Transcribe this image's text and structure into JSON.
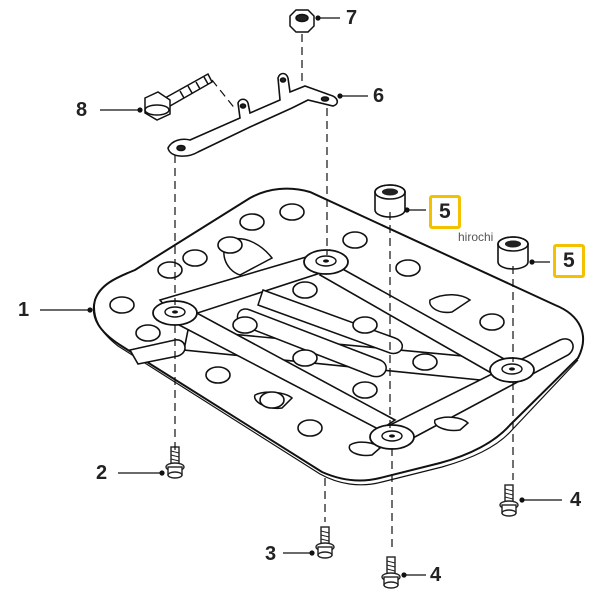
{
  "diagram": {
    "callouts": {
      "c1": "1",
      "c2": "2",
      "c3": "3",
      "c4a": "4",
      "c4b": "4",
      "c5a": "5",
      "c5b": "5",
      "c6": "6",
      "c7": "7",
      "c8": "8"
    },
    "highlight_color": "#f2c200",
    "watermark": "hirochi"
  }
}
